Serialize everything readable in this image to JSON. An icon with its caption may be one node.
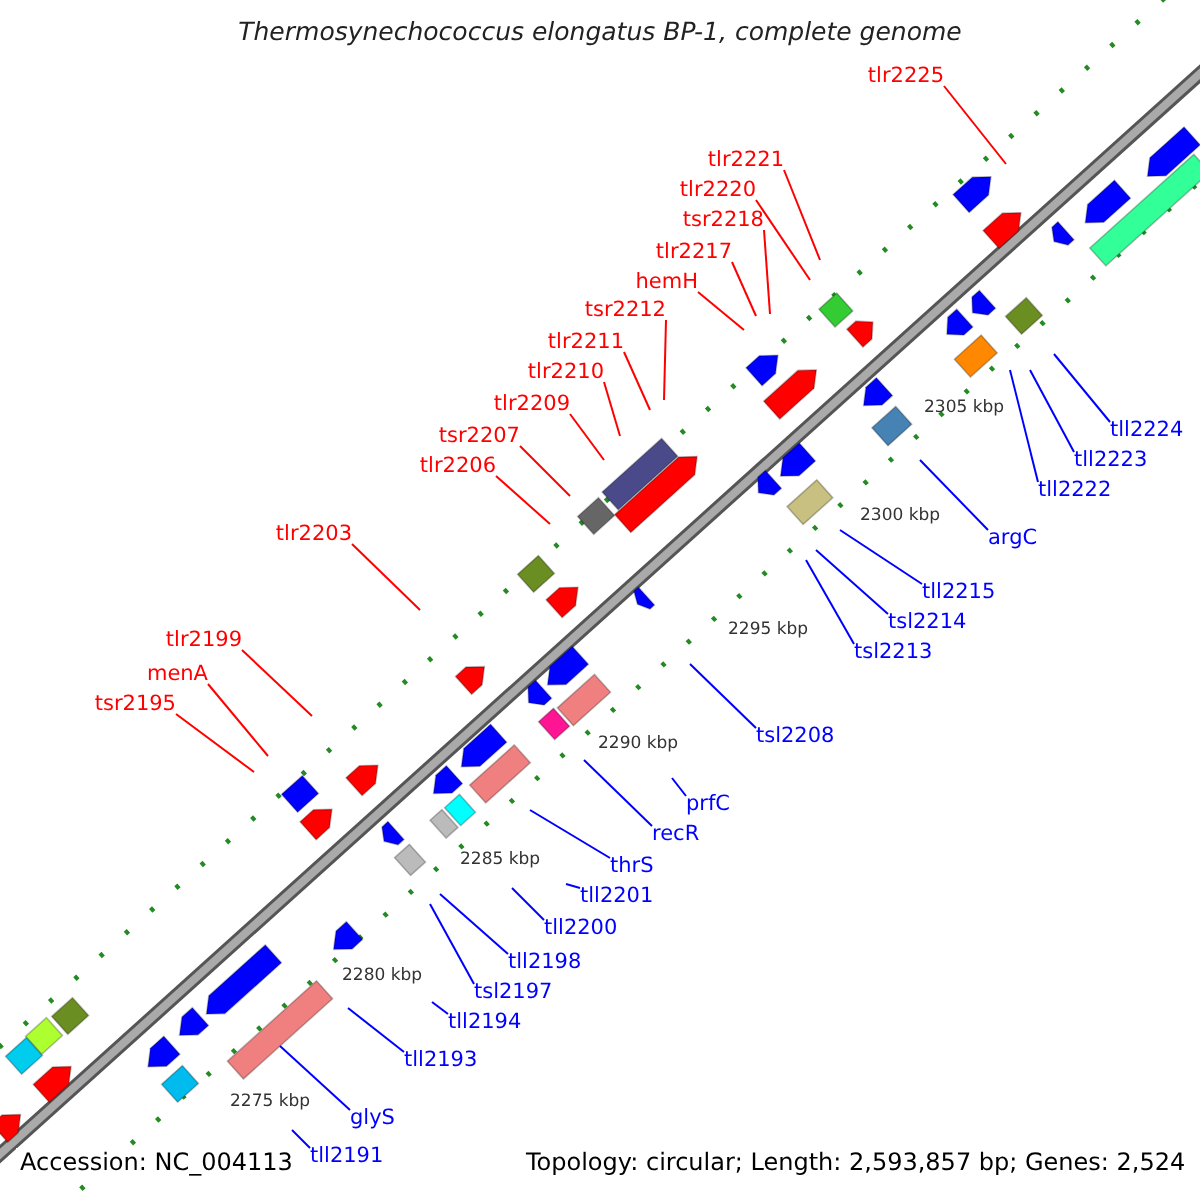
{
  "diagram": {
    "title": "Thermosynechococcus elongatus BP-1, complete genome",
    "nodes": [
      {
        "text": [
          "tlr2225"
        ]
      },
      {
        "text": [
          "tlr2221"
        ]
      },
      {
        "text": [
          "tlr2220"
        ]
      },
      {
        "text": [
          "tsr2218"
        ]
      },
      {
        "text": [
          "tlr2217"
        ]
      },
      {
        "text": [
          "hemH"
        ]
      },
      {
        "text": [
          "tsr2212"
        ]
      },
      {
        "text": [
          "tlr2211"
        ]
      },
      {
        "text": [
          "tlr2210"
        ]
      },
      {
        "text": [
          "tlr2209"
        ]
      },
      {
        "text": [
          "tsr2207"
        ]
      },
      {
        "text": [
          "tlr2206"
        ]
      },
      {
        "text": [
          "tlr2203"
        ]
      },
      {
        "text": [
          "tlr2199"
        ]
      },
      {
        "text": [
          "menA"
        ]
      },
      {
        "text": [
          "tsr2195"
        ]
      },
      {
        "text": [
          "tll2224"
        ]
      },
      {
        "text": [
          "tll2223"
        ]
      },
      {
        "text": [
          "tll2222"
        ]
      },
      {
        "text": [
          "argC"
        ]
      },
      {
        "text": [
          "tll2215"
        ]
      },
      {
        "text": [
          "tsl2214"
        ]
      },
      {
        "text": [
          "tsl2213"
        ]
      },
      {
        "text": [
          "tsl2208"
        ]
      },
      {
        "text": [
          "prfC"
        ]
      },
      {
        "text": [
          "recR"
        ]
      },
      {
        "text": [
          "thrS"
        ]
      },
      {
        "text": [
          "tll2201"
        ]
      },
      {
        "text": [
          "tll2200"
        ]
      },
      {
        "text": [
          "tll2198"
        ]
      },
      {
        "text": [
          "tsl2197"
        ]
      },
      {
        "text": [
          "tll2194"
        ]
      },
      {
        "text": [
          "tll2193"
        ]
      },
      {
        "text": [
          "glyS"
        ]
      },
      {
        "text": [
          "tll2191"
        ]
      }
    ],
    "edges": [
      {
        "from": 0,
        "to": null,
        "arrow": "none",
        "color": "#ff0000"
      },
      {
        "from": 1,
        "to": null,
        "arrow": "none",
        "color": "#ff0000"
      },
      {
        "from": 2,
        "to": null,
        "arrow": "none",
        "color": "#ff0000"
      },
      {
        "from": 3,
        "to": null,
        "arrow": "none",
        "color": "#ff0000"
      },
      {
        "from": 4,
        "to": null,
        "arrow": "none",
        "color": "#ff0000"
      },
      {
        "from": 5,
        "to": null,
        "arrow": "none",
        "color": "#ff0000"
      },
      {
        "from": 6,
        "to": null,
        "arrow": "none",
        "color": "#ff0000"
      },
      {
        "from": 7,
        "to": null,
        "arrow": "none",
        "color": "#ff0000"
      },
      {
        "from": 8,
        "to": null,
        "arrow": "none",
        "color": "#ff0000"
      },
      {
        "from": 9,
        "to": null,
        "arrow": "none",
        "color": "#ff0000"
      },
      {
        "from": 10,
        "to": null,
        "arrow": "none",
        "color": "#ff0000"
      },
      {
        "from": 11,
        "to": null,
        "arrow": "none",
        "color": "#ff0000"
      },
      {
        "from": 12,
        "to": null,
        "arrow": "none",
        "color": "#ff0000"
      },
      {
        "from": 13,
        "to": null,
        "arrow": "none",
        "color": "#ff0000"
      },
      {
        "from": 14,
        "to": null,
        "arrow": "none",
        "color": "#ff0000"
      },
      {
        "from": 15,
        "to": null,
        "arrow": "none",
        "color": "#ff0000"
      },
      {
        "from": 16,
        "to": null,
        "arrow": "none"
      },
      {
        "from": 17,
        "to": null,
        "arrow": "none"
      },
      {
        "from": 18,
        "to": null,
        "arrow": "none"
      },
      {
        "from": 19,
        "to": null,
        "arrow": "none"
      },
      {
        "from": 20,
        "to": null,
        "arrow": "none"
      },
      {
        "from": 21,
        "to": null,
        "arrow": "none"
      },
      {
        "from": 22,
        "to": null,
        "arrow": "none"
      },
      {
        "from": 23,
        "to": null,
        "arrow": "none"
      },
      {
        "from": 24,
        "to": null,
        "arrow": "none"
      },
      {
        "from": 25,
        "to": null,
        "arrow": "none"
      },
      {
        "from": 26,
        "to": null,
        "arrow": "none"
      },
      {
        "from": 27,
        "to": null,
        "arrow": "none"
      },
      {
        "from": 28,
        "to": null,
        "arrow": "none"
      },
      {
        "from": 29,
        "to": null,
        "arrow": "none"
      },
      {
        "from": 30,
        "to": null,
        "arrow": "none"
      },
      {
        "from": 31,
        "to": null,
        "arrow": "none"
      },
      {
        "from": 32,
        "to": null,
        "arrow": "none"
      },
      {
        "from": 33,
        "to": null,
        "arrow": "none"
      },
      {
        "from": 34,
        "to": null,
        "arrow": "none"
      }
    ],
    "labels": [
      "2305 kbp",
      "2300 kbp",
      "2295 kbp",
      "2290 kbp",
      "2285 kbp",
      "2280 kbp",
      "2275 kbp",
      "Accession: NC_004113",
      "Topology: circular; Length: 2,593,857 bp; Genes: 2,524"
    ]
  }
}
